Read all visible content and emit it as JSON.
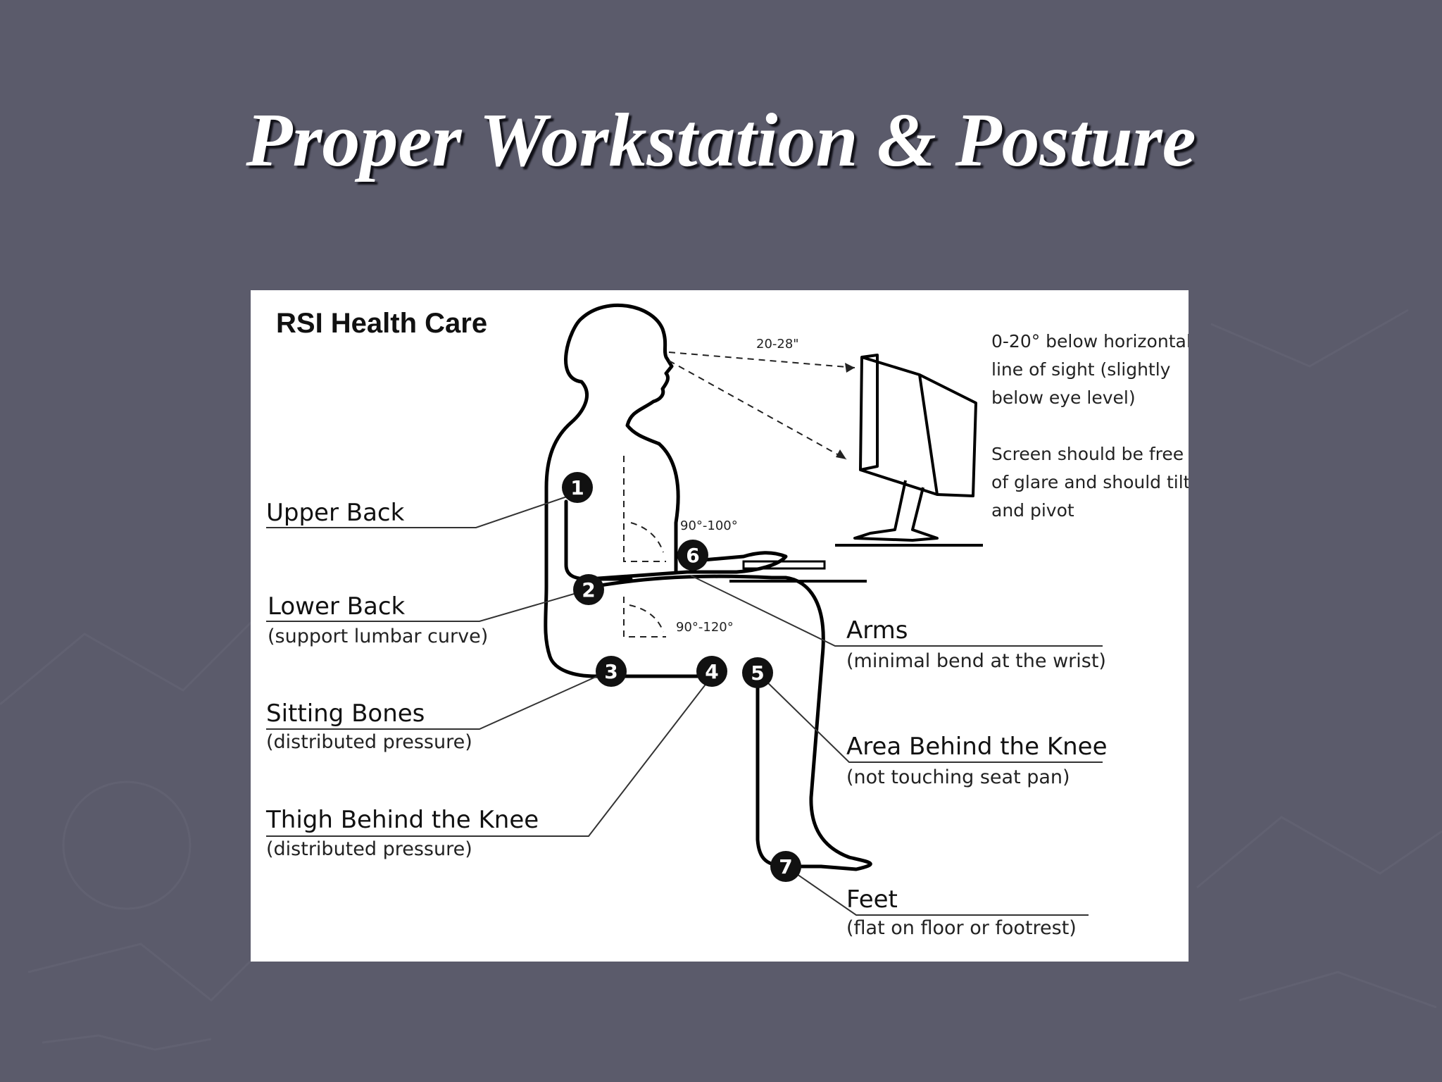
{
  "slide": {
    "title": "Proper Workstation & Posture"
  },
  "diagram": {
    "brand": "RSI Health Care",
    "eye_angle": "20-28\"",
    "elbow_angle": "90°-100°",
    "hip_angle": "90°-120°",
    "monitor_note": [
      "0-20° below horizontal",
      "line of sight (slightly",
      "below eye level)"
    ],
    "screen_note": [
      "Screen should be free",
      "of glare and should tilt",
      "and pivot"
    ],
    "markers": [
      "1",
      "2",
      "3",
      "4",
      "5",
      "6",
      "7"
    ],
    "labels": [
      {
        "title": "Upper Back",
        "sub": ""
      },
      {
        "title": "Lower Back",
        "sub": "(support lumbar curve)"
      },
      {
        "title": "Sitting Bones",
        "sub": "(distributed pressure)"
      },
      {
        "title": "Thigh Behind the Knee",
        "sub": "(distributed pressure)"
      },
      {
        "title": "Arms",
        "sub": "(minimal bend at the wrist)"
      },
      {
        "title": "Area Behind the Knee",
        "sub": "(not touching seat pan)"
      },
      {
        "title": "Feet",
        "sub": "(flat on floor or footrest)"
      }
    ]
  },
  "colors": {
    "background": "#5b5b6b",
    "title_text": "#ffffff",
    "panel": "#ffffff",
    "marker": "#111111"
  }
}
